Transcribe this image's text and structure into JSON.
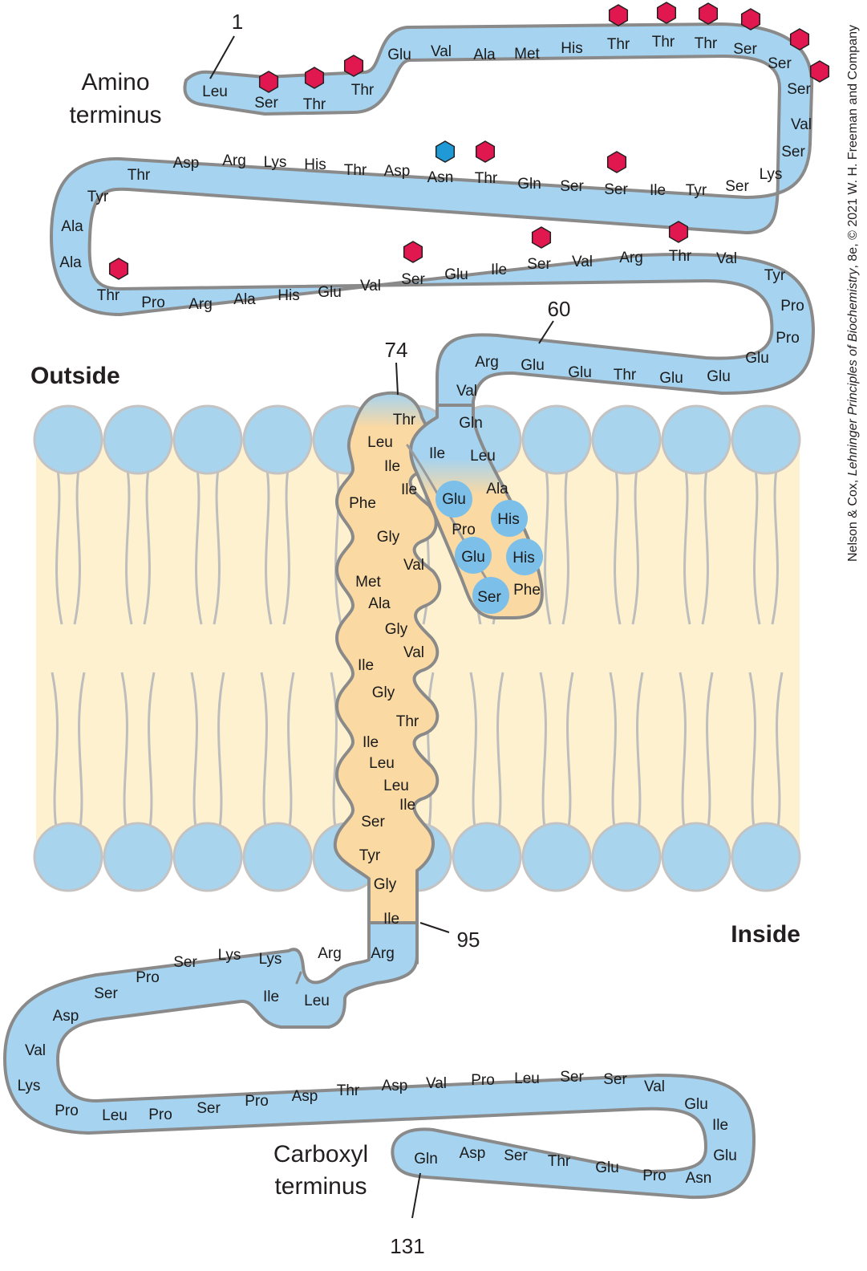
{
  "labels": {
    "amino_terminus_line1": "Amino",
    "amino_terminus_line2": "terminus",
    "carboxyl_terminus_line1": "Carboxyl",
    "carboxyl_terminus_line2": "terminus",
    "outside": "Outside",
    "inside": "Inside"
  },
  "residue_numbers": {
    "n1": "1",
    "n60": "60",
    "n74": "74",
    "n95": "95",
    "n131": "131"
  },
  "credit": {
    "prefix": "Nelson & Cox, ",
    "book": "Lehninger Principles of Biochemistry",
    "suffix": ", 8e, © 2021 W. H. Freeman and Company"
  },
  "colors": {
    "extracellular_chain": "#a5d3f0",
    "chain_outline": "#8a8a8a",
    "membrane_helix": "#fad9a3",
    "lipid_tails": "#fdf1cf",
    "lipid_heads": "#a9d4ee",
    "phosphorylation_marker": "#e0184f",
    "glycosylation_marker": "#1f9ad6",
    "charged_residue_bubble": "#7cbfe8"
  },
  "legend_markers": {
    "red_hexagon_icon": "phosphorylation-site",
    "blue_hexagon_icon": "glycosylation-site"
  },
  "residues": {
    "row1": [
      "Leu",
      "Ser",
      "Thr",
      "Thr",
      "Glu",
      "Val",
      "Ala",
      "Met",
      "His",
      "Thr",
      "Thr",
      "Thr",
      "Ser",
      "Ser",
      "Ser",
      "Val",
      "Ser",
      "Lys"
    ],
    "row2": [
      "Ser",
      "Tyr",
      "Ile",
      "Ser",
      "Ser",
      "Gln",
      "Thr",
      "Asn",
      "Asp",
      "Thr",
      "His",
      "Lys",
      "Arg",
      "Asp",
      "Thr",
      "Tyr",
      "Ala",
      "Ala"
    ],
    "row3": [
      "Thr",
      "Pro",
      "Arg",
      "Ala",
      "His",
      "Glu",
      "Val",
      "Ser",
      "Glu",
      "Ile",
      "Ser",
      "Val",
      "Arg",
      "Thr",
      "Val",
      "Tyr",
      "Pro",
      "Pro",
      "Glu"
    ],
    "row4": [
      "Glu",
      "Glu",
      "Thr",
      "Glu",
      "Glu",
      "Arg",
      "Val"
    ],
    "hairpin": [
      "Gln",
      "Leu",
      "Ala",
      "His",
      "His",
      "Phe",
      "Ser",
      "Glu",
      "Pro",
      "Glu",
      "Ile"
    ],
    "helix": [
      "Thr",
      "Leu",
      "Ile",
      "Ile",
      "Phe",
      "Gly",
      "Val",
      "Met",
      "Ala",
      "Gly",
      "Val",
      "Ile",
      "Gly",
      "Thr",
      "Ile",
      "Leu",
      "Leu",
      "Ile",
      "Ser",
      "Tyr",
      "Gly",
      "Ile"
    ],
    "cyto1": [
      "Arg",
      "Arg",
      "Leu",
      "Ile",
      "Lys",
      "Lys",
      "Ser",
      "Pro",
      "Ser",
      "Asp",
      "Val",
      "Lys"
    ],
    "cyto2": [
      "Pro",
      "Leu",
      "Pro",
      "Ser",
      "Pro",
      "Asp",
      "Thr",
      "Asp",
      "Val",
      "Pro",
      "Leu",
      "Ser",
      "Ser",
      "Val",
      "Glu",
      "Ile",
      "Glu"
    ],
    "cyto3": [
      "Asn",
      "Pro",
      "Glu",
      "Thr",
      "Ser",
      "Asp",
      "Gln"
    ]
  }
}
